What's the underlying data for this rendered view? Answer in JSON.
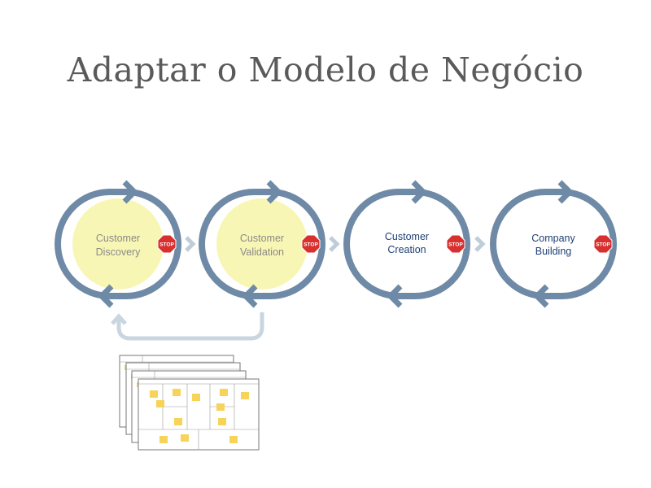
{
  "title": "Adaptar o Modelo de Negócio",
  "stages": [
    {
      "line1": "Customer",
      "line2": "Discovery",
      "highlighted": true
    },
    {
      "line1": "Customer",
      "line2": "Validation",
      "highlighted": true
    },
    {
      "line1": "Customer",
      "line2": "Creation",
      "highlighted": false
    },
    {
      "line1": "Company",
      "line2": "Building",
      "highlighted": false
    }
  ],
  "stop_label": "STOP",
  "colors": {
    "ring": "#6f8aa6",
    "fill_highlight": "#f8f6b4",
    "text_highlight": "#8a8a8a",
    "text_plain": "#1f3f73",
    "arrow": "#bfcdd9",
    "stop": "#d8302f",
    "sticky": "#f7d35a"
  },
  "icons": {
    "next-arrow": "chevron",
    "feedback-loop": "u-turn-arrow",
    "stop-sign": "octagon",
    "canvas-stack": "business-model-canvas-stack"
  }
}
